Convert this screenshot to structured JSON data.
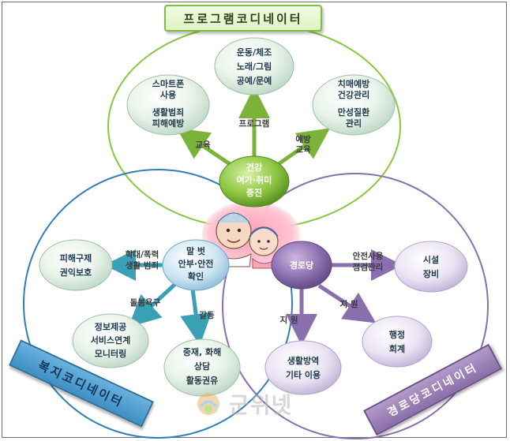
{
  "titles": {
    "program": "프로그램코디네이터",
    "welfare": "복지코디네이터",
    "senior_center": "경로당코디네이터"
  },
  "hubs": {
    "health": [
      "건강",
      "여가·취미",
      "증진"
    ],
    "care": [
      "말  벗",
      "안부·안전",
      "확인"
    ],
    "senior_center": "경로당"
  },
  "program_nodes": {
    "smartphone": [
      "스마트폰",
      "사용",
      "",
      "생활범죄",
      "피해예방"
    ],
    "exercise": [
      "운동/체조",
      "노래/그림",
      "공예/문예"
    ],
    "dementia": [
      "치매예방",
      "건강관리",
      "",
      "만성질환",
      "관리"
    ]
  },
  "program_edges": {
    "education": "교육",
    "program": "프로그램",
    "prevention": [
      "예방",
      "교육"
    ]
  },
  "welfare_nodes": {
    "relief": [
      "피해구제",
      "권익보호"
    ],
    "info": [
      "정보제공",
      "서비스연계",
      "모니터링"
    ],
    "counsel": [
      "중재, 화해",
      "상담",
      "활동권유"
    ]
  },
  "welfare_edges": {
    "abuse": [
      "학대/폭력",
      "생활 범죄"
    ],
    "care_needs": "돌봄욕구",
    "conflict": "갈등"
  },
  "center_nodes": {
    "facility": [
      "시설",
      "장비"
    ],
    "admin": [
      "행정",
      "회계"
    ],
    "quarantine": [
      "생활방역",
      "기타 이용"
    ]
  },
  "center_edges": {
    "safety": [
      "안전사용",
      "점검관리"
    ],
    "support_right": "지 원",
    "support_down": "지 원"
  },
  "watermark": "군위넷",
  "colors": {
    "green": "#8cc63f",
    "green_dark": "#4f8a1e",
    "blue": "#2f7fb6",
    "teal": "#3aa0b5",
    "purple": "#8a6fae",
    "purple_dark": "#6a4f88",
    "node_fill": "#e9f3ea"
  }
}
